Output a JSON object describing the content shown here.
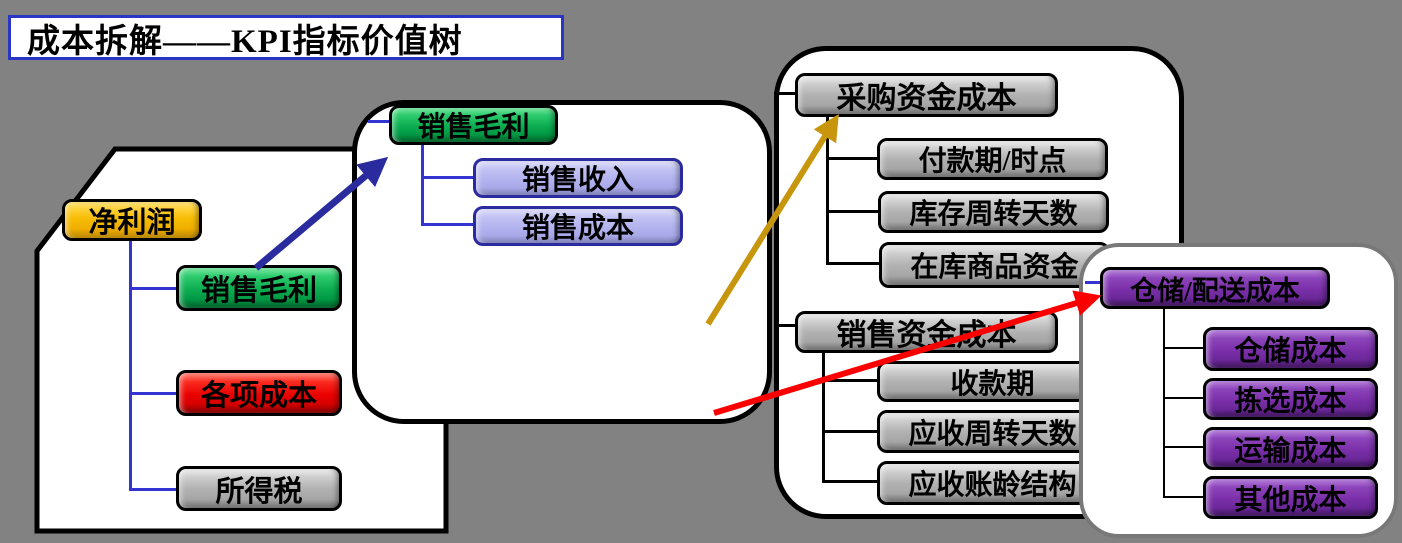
{
  "slide": {
    "title": "成本拆解——KPI指标价值树"
  },
  "panels": {
    "profit": {
      "root": "净利润",
      "children": [
        "销售毛利",
        "各项成本",
        "所得税"
      ]
    },
    "gross": {
      "root": "销售毛利",
      "children": [
        "销售收入",
        "销售成本"
      ]
    },
    "funds": {
      "groups": [
        {
          "root": "采购资金成本",
          "children": [
            "付款期/时点",
            "库存周转天数",
            "在库商品资金"
          ]
        },
        {
          "root": "销售资金成本",
          "children": [
            "收款期",
            "应收周转天数",
            "应收账龄结构"
          ]
        }
      ]
    },
    "warehouse": {
      "root": "仓储/配送成本",
      "children": [
        "仓储成本",
        "拣选成本",
        "运输成本",
        "其他成本"
      ]
    }
  },
  "colors": {
    "background": "#828282",
    "panel_fill": "#ffffff",
    "panel_border": "#000000",
    "warehouse_panel_border": "#787878",
    "title_border": "#2a35c8",
    "node_yellow": "#f7bd05",
    "node_green": "#0fb053",
    "node_red": "#e90000",
    "node_gray": "#b2b2b2",
    "node_lavender": "#b2b2ef",
    "node_purple": "#7a2fa8",
    "tree_line_blue": "#3434d0",
    "tree_line_black": "#000000"
  },
  "arrows": [
    {
      "name": "gross-profit-arrow",
      "color": "#2b2ba0"
    },
    {
      "name": "procurement-funds-arrow",
      "color": "#c8960c"
    },
    {
      "name": "warehouse-delivery-arrow",
      "color": "#fb0000"
    }
  ]
}
